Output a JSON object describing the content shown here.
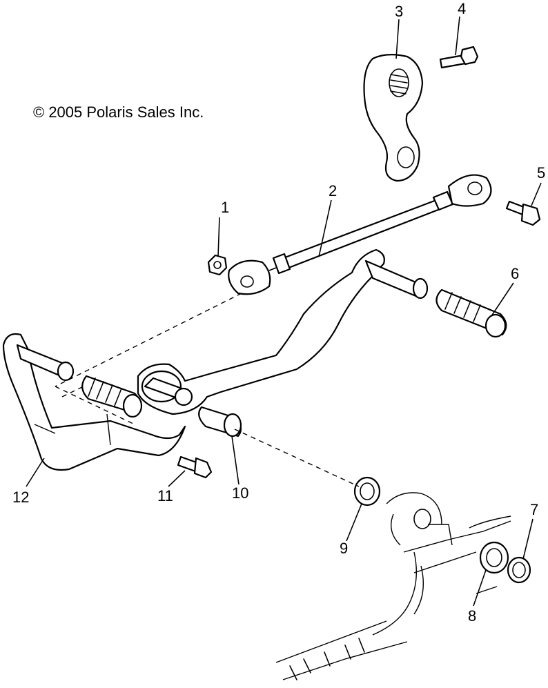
{
  "copyright": "© 2005 Polaris Sales Inc.",
  "callouts": [
    "1",
    "2",
    "3",
    "4",
    "5",
    "6",
    "7",
    "8",
    "9",
    "10",
    "11",
    "12"
  ]
}
